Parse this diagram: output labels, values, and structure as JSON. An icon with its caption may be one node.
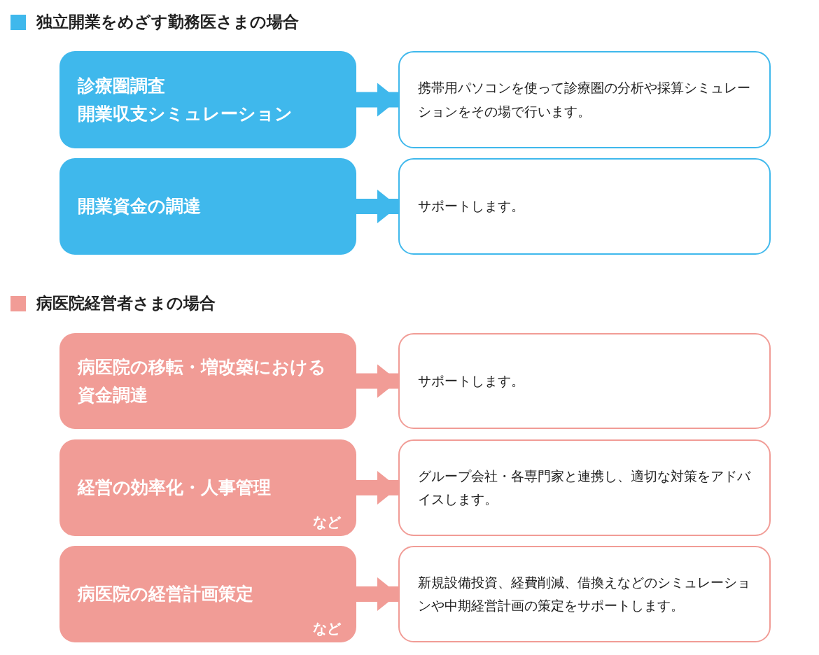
{
  "diagram": {
    "nodes": [
      {
        "text": [
          "診療圏調査",
          "開業収支シミュレーション"
        ]
      },
      {
        "text": [
          "携帯用パソコンを使って診療圏の分析や採算シミュレーションをその場で行います。"
        ]
      },
      {
        "text": [
          "開業資金の調達"
        ]
      },
      {
        "text": [
          "サポートします。"
        ]
      },
      {
        "text": [
          "病医院の移転・増改築における資金調達"
        ]
      },
      {
        "text": [
          "サポートします。"
        ]
      },
      {
        "text": [
          "経営の効率化・人事管理",
          "など"
        ]
      },
      {
        "text": [
          "グループ会社・各専門家と連携し、適切な対策をアドバイスします。"
        ]
      },
      {
        "text": [
          "病医院の経営計画策定",
          "など"
        ]
      },
      {
        "text": [
          "新規設備投資、経費削減、借換えなどのシミュレーションや中期経営計画の策定をサポートします。"
        ]
      }
    ],
    "edges": [
      {
        "from": 0,
        "to": 1,
        "arrow": "to",
        "color": "#3fb8ec"
      },
      {
        "from": 2,
        "to": 3,
        "arrow": "to",
        "color": "#3fb8ec"
      },
      {
        "from": 4,
        "to": 5,
        "arrow": "to"
      },
      {
        "from": 6,
        "to": 7,
        "arrow": "to"
      },
      {
        "from": 8,
        "to": 9,
        "arrow": "to"
      }
    ],
    "labels": [
      "独立開業をめざす勤務医さまの場合",
      "病医院経営者さまの場合"
    ]
  }
}
